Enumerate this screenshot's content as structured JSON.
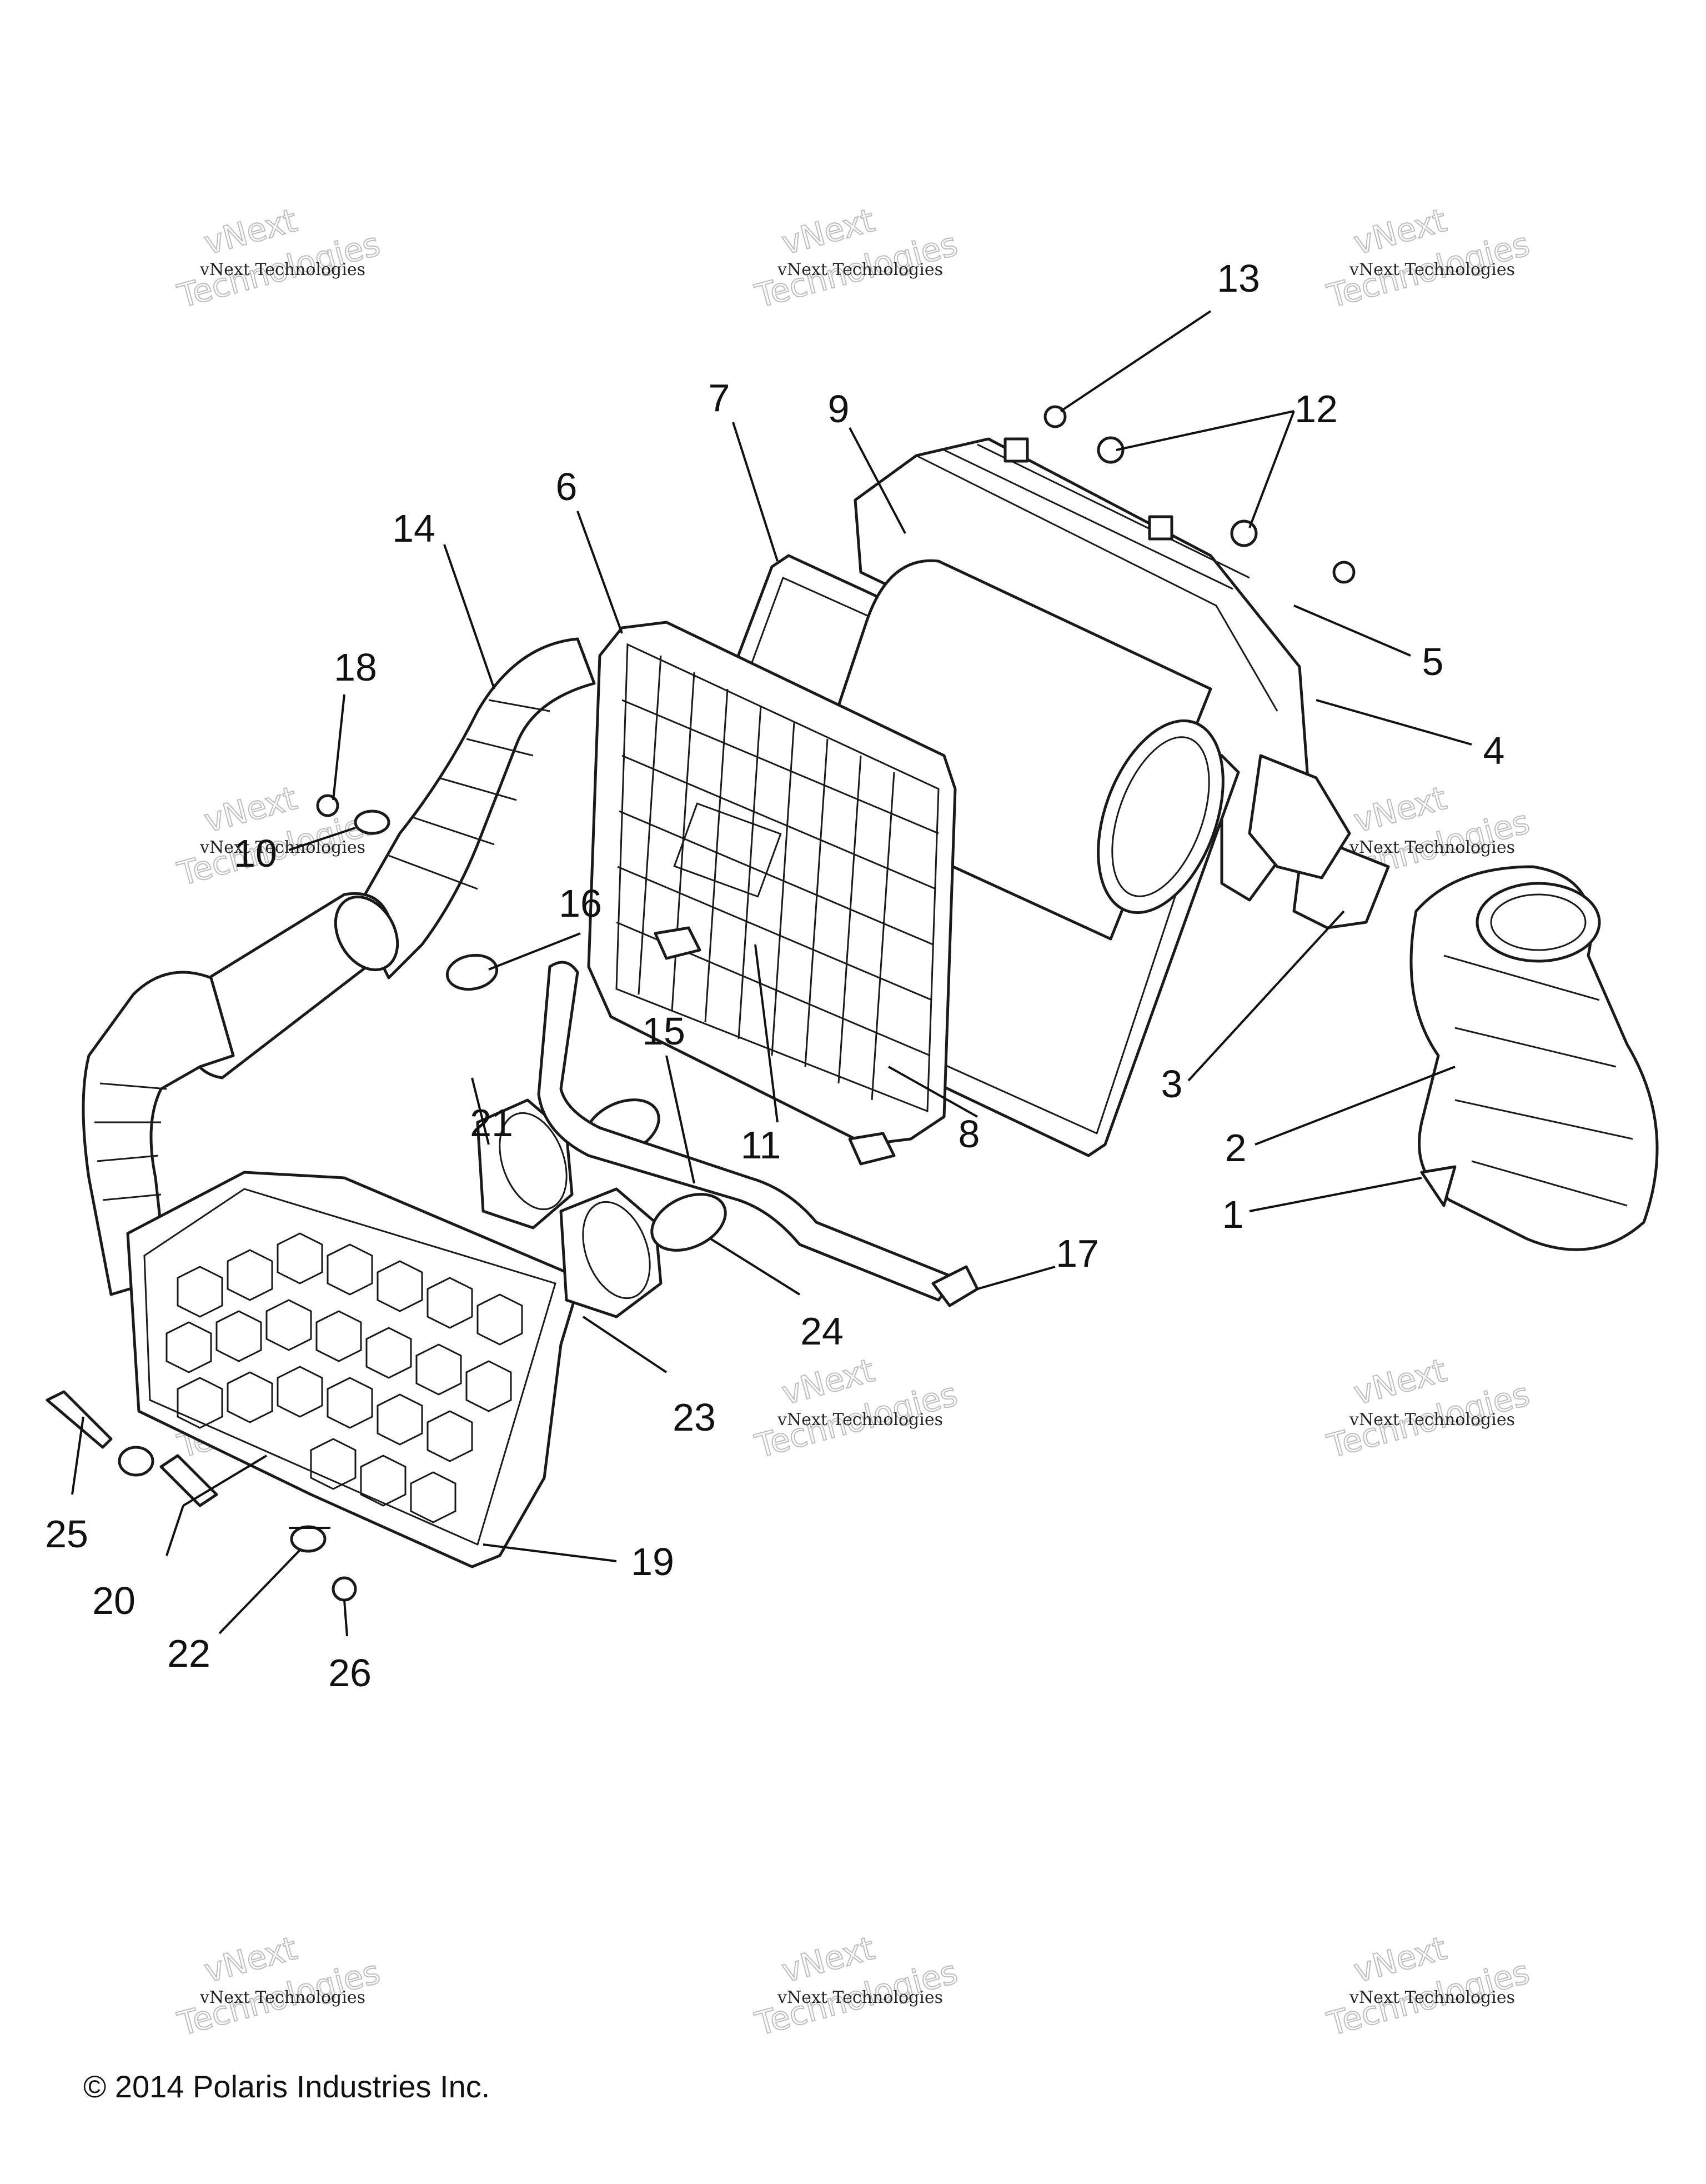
{
  "callouts": [
    {
      "label": "1"
    },
    {
      "label": "2"
    },
    {
      "label": "3"
    },
    {
      "label": "4"
    },
    {
      "label": "5"
    },
    {
      "label": "6"
    },
    {
      "label": "7"
    },
    {
      "label": "8"
    },
    {
      "label": "9"
    },
    {
      "label": "10"
    },
    {
      "label": "11"
    },
    {
      "label": "12"
    },
    {
      "label": "13"
    },
    {
      "label": "14"
    },
    {
      "label": "15"
    },
    {
      "label": "16"
    },
    {
      "label": "17"
    },
    {
      "label": "18"
    },
    {
      "label": "19"
    },
    {
      "label": "20"
    },
    {
      "label": "21"
    },
    {
      "label": "22"
    },
    {
      "label": "23"
    },
    {
      "label": "24"
    },
    {
      "label": "25"
    },
    {
      "label": "26"
    }
  ],
  "watermark": {
    "line1": "vNext Technologies",
    "line2": "vNext",
    "line3": "Technologies"
  },
  "copyright": "© 2014 Polaris Industries Inc."
}
